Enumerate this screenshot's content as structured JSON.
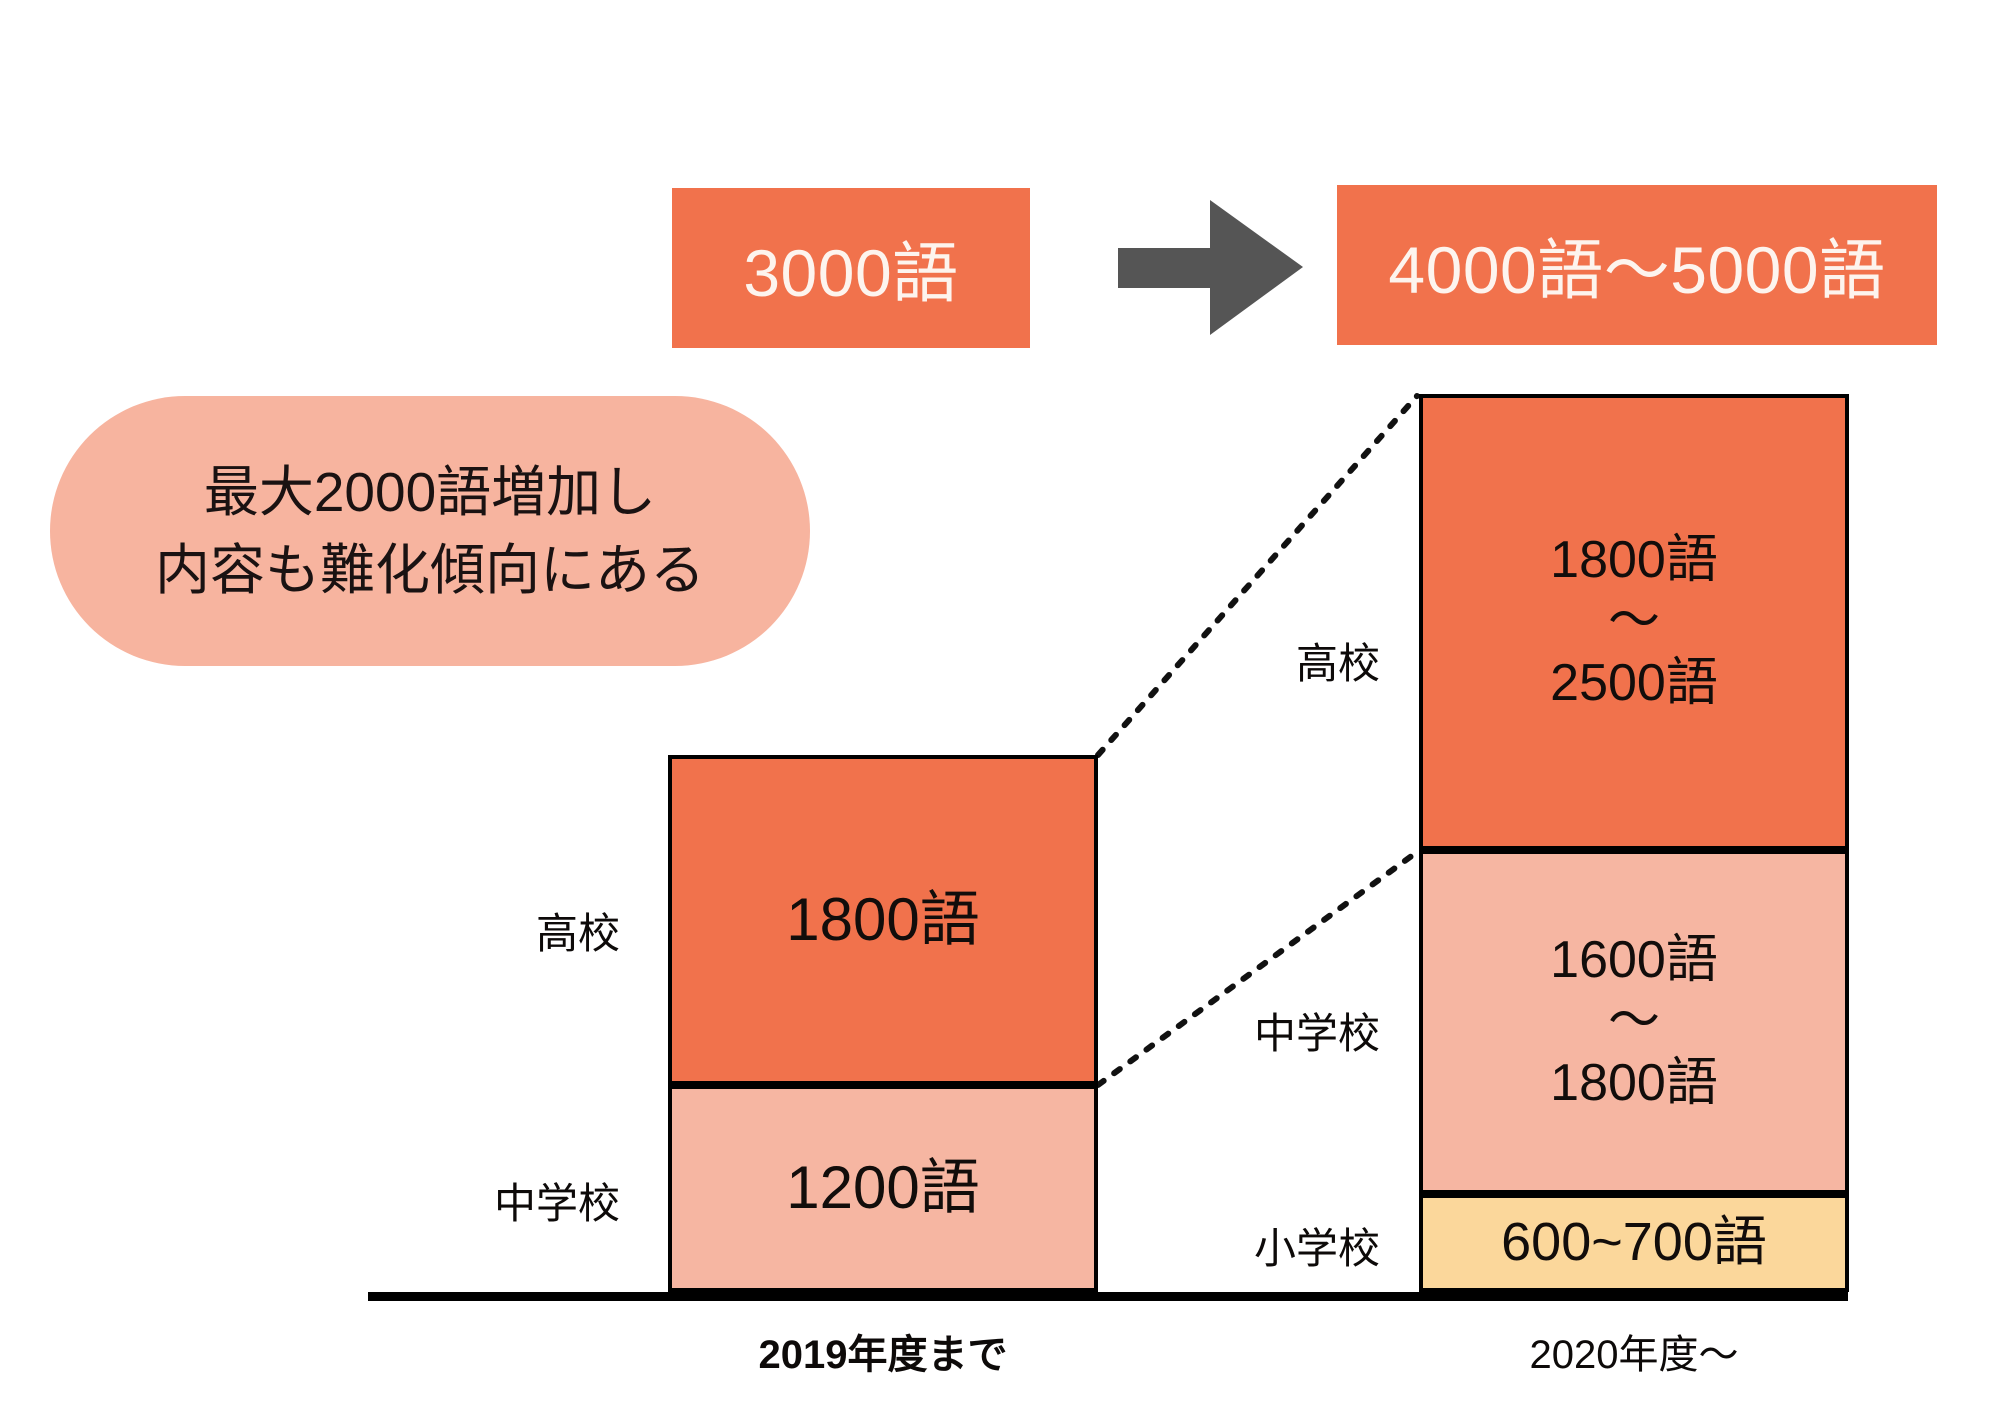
{
  "header": {
    "before_label": "3000語",
    "arrow_icon": "right-arrow-icon",
    "after_label": "4000語〜5000語"
  },
  "callout": {
    "line1": "最大2000語増加し",
    "line2": "内容も難化傾向にある"
  },
  "colors": {
    "high_school": "#F1724C",
    "junior_high": "#F6B6A2",
    "elementary": "#FBD79B",
    "callout_bg": "#F7B49F",
    "banner_bg": "#F1724C",
    "banner_text": "#FDF4EE",
    "arrow": "#555555",
    "outline": "#000000"
  },
  "chart_data": {
    "type": "bar",
    "title": "",
    "xlabel": "",
    "ylabel": "",
    "stacked": true,
    "grid": false,
    "legend_position": "left-of-bars",
    "categories": [
      "2019年度まで",
      "2020年度〜"
    ],
    "row_labels": [
      "高校",
      "中学校",
      "小学校"
    ],
    "columns": [
      {
        "category": "2019年度まで",
        "caption": "2019年度まで",
        "total_label": "3000語",
        "total_value": 3000,
        "segments": [
          {
            "name": "高校",
            "label_lines": [
              "1800語"
            ],
            "value": 1800,
            "min": 1800,
            "max": 1800,
            "color": "#F1724C"
          },
          {
            "name": "中学校",
            "label_lines": [
              "1200語"
            ],
            "value": 1200,
            "min": 1200,
            "max": 1200,
            "color": "#F6B6A2"
          }
        ]
      },
      {
        "category": "2020年度〜",
        "caption": "2020年度〜",
        "total_label": "4000語〜5000語",
        "total_min": 4000,
        "total_max": 5000,
        "segments": [
          {
            "name": "高校",
            "label_lines": [
              "1800語",
              "〜",
              "2500語"
            ],
            "min": 1800,
            "max": 2500,
            "color": "#F1724C"
          },
          {
            "name": "中学校",
            "label_lines": [
              "1600語",
              "〜",
              "1800語"
            ],
            "min": 1600,
            "max": 1800,
            "color": "#F6B6A2"
          },
          {
            "name": "小学校",
            "label_lines": [
              "600~700語"
            ],
            "min": 600,
            "max": 700,
            "color": "#FBD79B"
          }
        ]
      }
    ],
    "annotation": "最大2000語増加し内容も難化傾向にある"
  },
  "labels": {
    "left_high": "高校",
    "left_jhigh": "中学校",
    "right_high": "高校",
    "right_jhigh": "中学校",
    "right_elem": "小学校",
    "caption_left": "2019年度まで",
    "caption_right": "2020年度〜"
  },
  "segment_text": {
    "left_high": "1800語",
    "left_jhigh": "1200語",
    "right_high_1": "1800語",
    "right_high_2": "〜",
    "right_high_3": "2500語",
    "right_jhigh_1": "1600語",
    "right_jhigh_2": "〜",
    "right_jhigh_3": "1800語",
    "right_elem": "600~700語"
  }
}
